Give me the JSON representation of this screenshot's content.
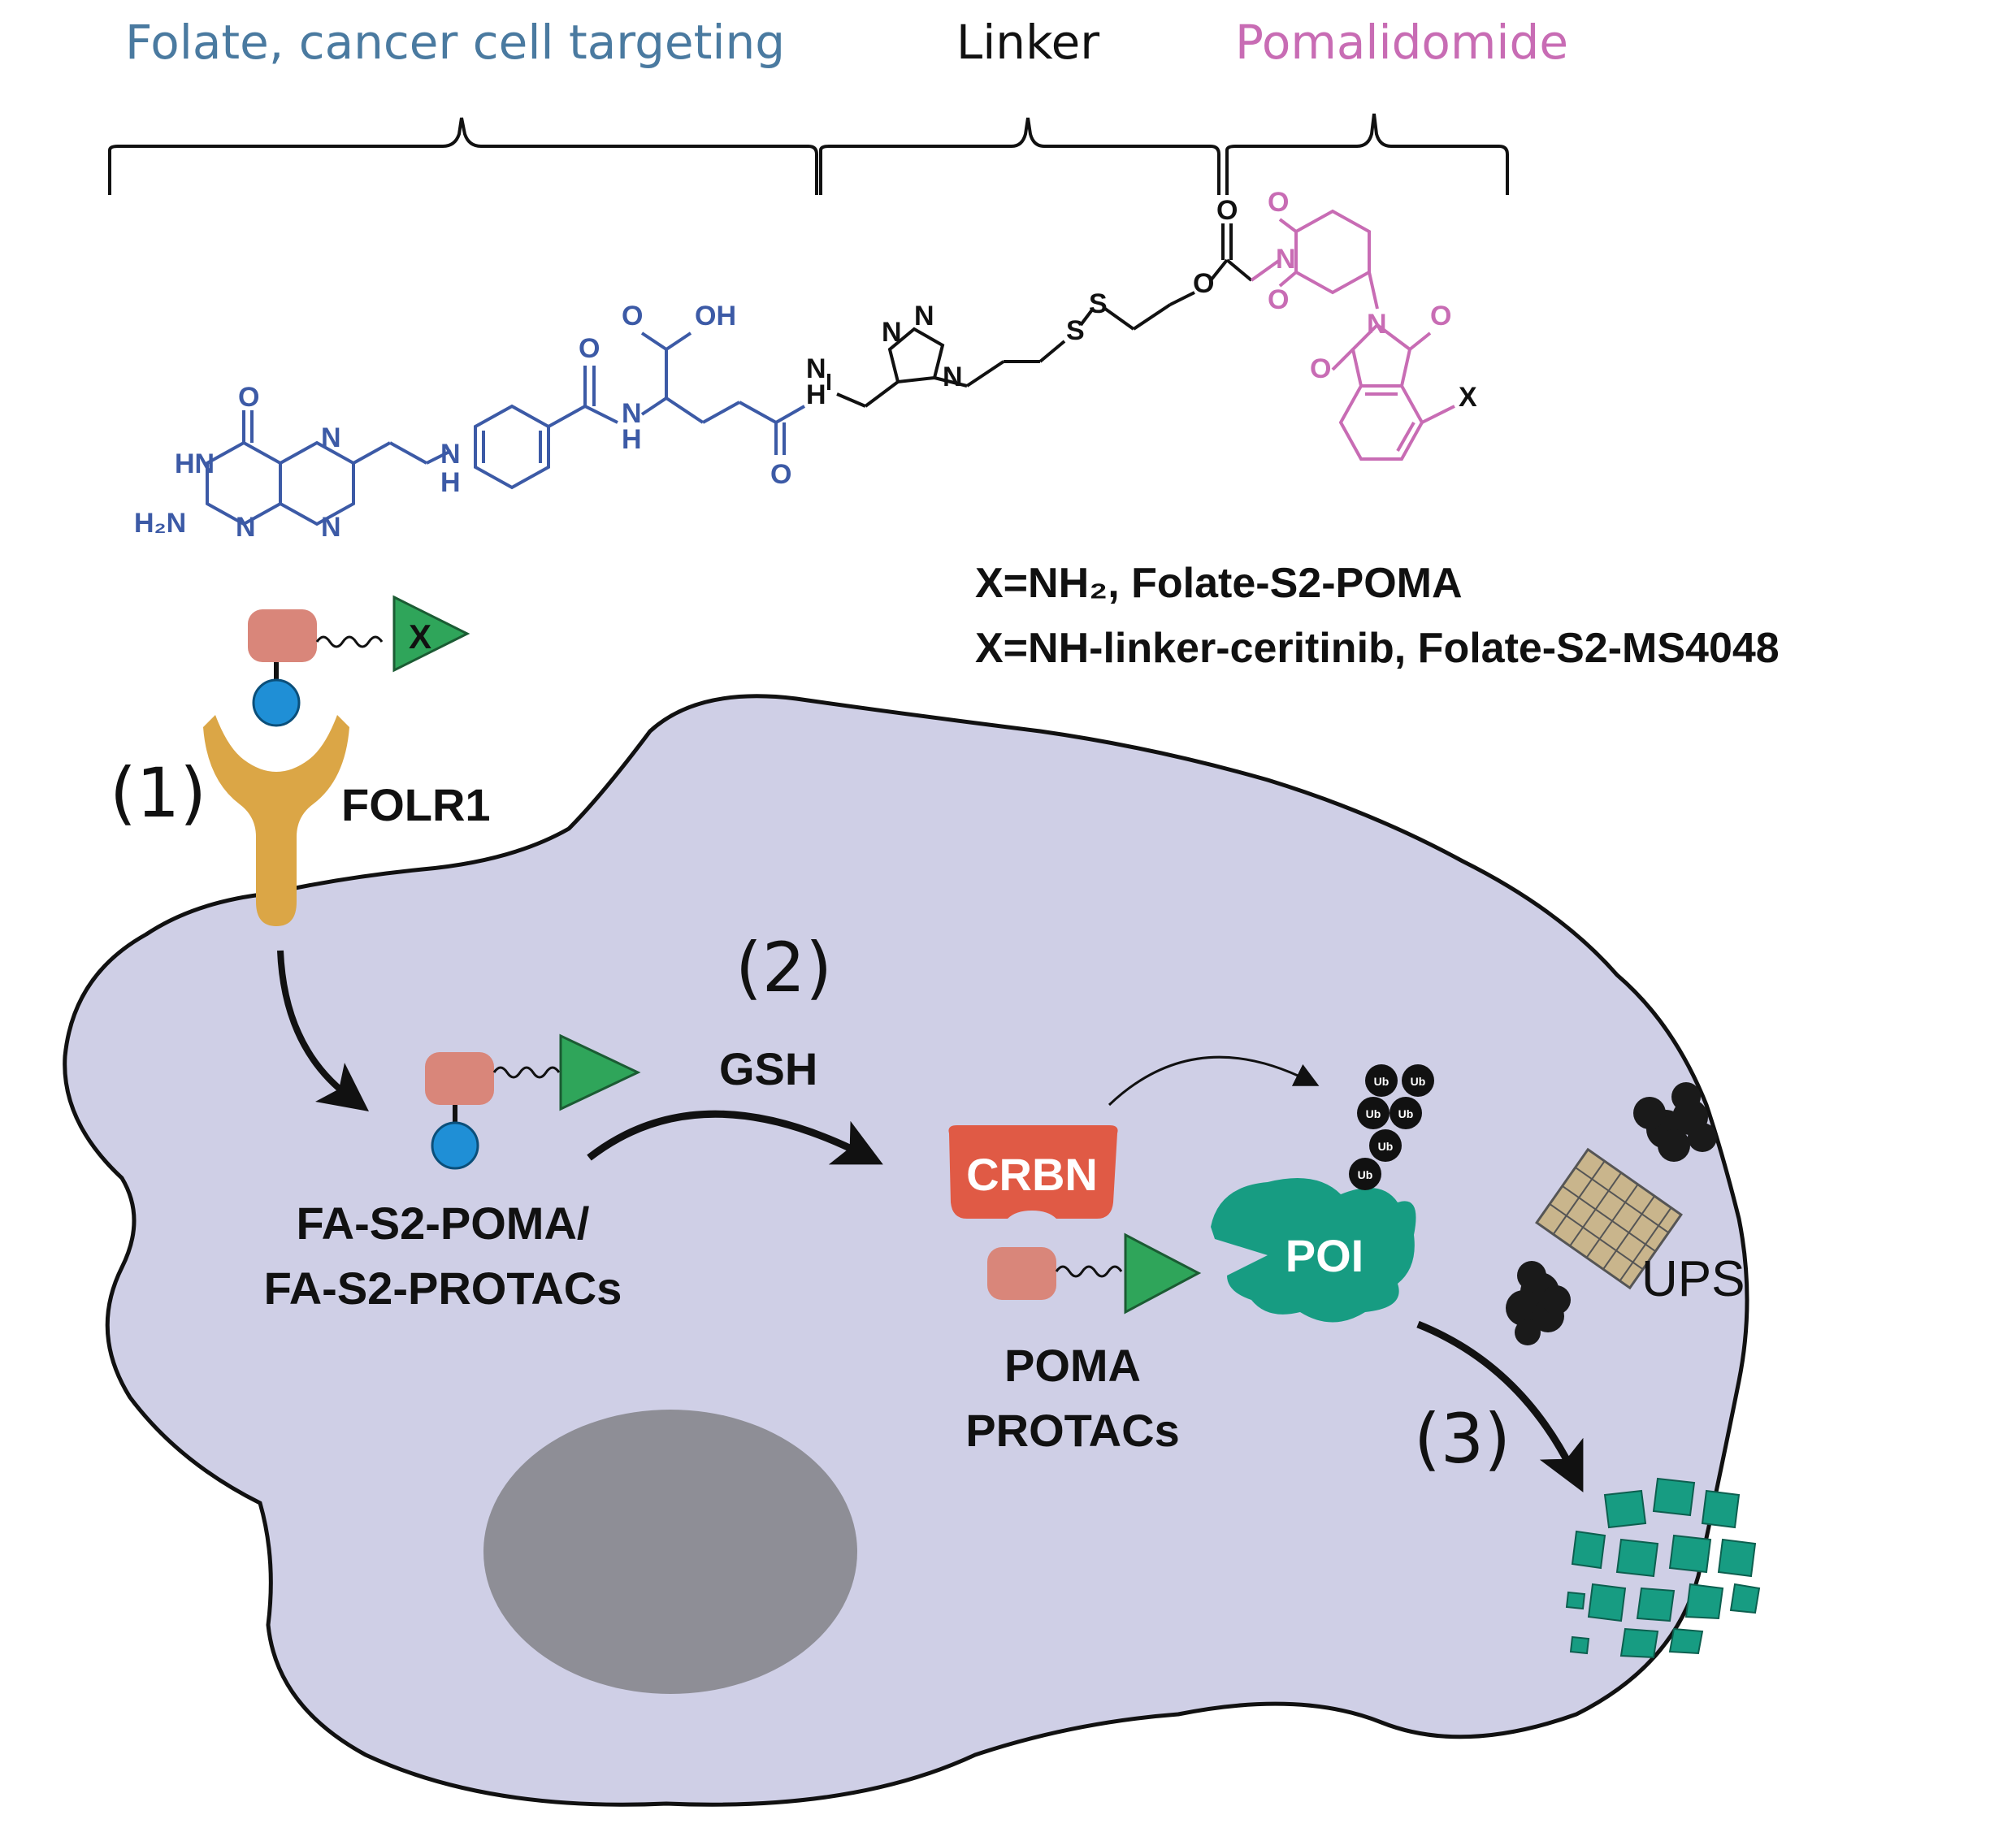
{
  "segments": {
    "folate": "Folate, cancer cell targeting",
    "linker": "Linker",
    "pomalidomide": "Pomalidomide"
  },
  "colors": {
    "folate": "#3c5aa6",
    "folate_title": "#4a7aa0",
    "pomalidomide": "#c86cb4",
    "cell": "#cfcfe6",
    "nucleus": "#8e8e96",
    "receptor": "#dba646",
    "crbn": "#e05a45",
    "poi": "#179c82",
    "triangle": "#2fa55a",
    "ligand_block": "#d9867a",
    "folate_ball": "#1f8fd6"
  },
  "molecule": {
    "atoms": {
      "o_top": "O",
      "hn": "HN",
      "h2n": "H₂N",
      "n1": "N",
      "n2": "N",
      "n3": "N",
      "nh_link": "H",
      "nh_link_n": "N",
      "amide_o": "O",
      "amide_nh": "N",
      "amide_h": "H",
      "cooh_o": "O",
      "cooh_oh": "OH",
      "glu_o": "O",
      "nh2_n": "N",
      "nh2_h": "H",
      "tri_n1": "N",
      "tri_n2": "N",
      "tri_n3": "N",
      "s1": "S",
      "s2": "S",
      "ester_o": "O",
      "carb_o": "O",
      "pip_n": "N",
      "pip_o1": "O",
      "pip_o2": "O",
      "iso_n": "N",
      "iso_o1": "O",
      "iso_o2": "O",
      "x": "X"
    },
    "variant_1": "X=NH₂, Folate-S2-POMA",
    "variant_2": "X=NH-linker-ceritinib, Folate-S2-MS4048"
  },
  "probe_top": {
    "x_label": "X"
  },
  "labels": {
    "step1": "(1)",
    "step2": "(2)",
    "step3": "(3)",
    "folr1": "FOLR1",
    "gsh": "GSH",
    "fa_line1": "FA-S2-POMA/",
    "fa_line2": "FA-S2-PROTACs",
    "crbn": "CRBN",
    "poi": "POI",
    "poma_line1": "POMA",
    "poma_line2": "PROTACs",
    "ups": "UPS",
    "ub": "Ub"
  }
}
